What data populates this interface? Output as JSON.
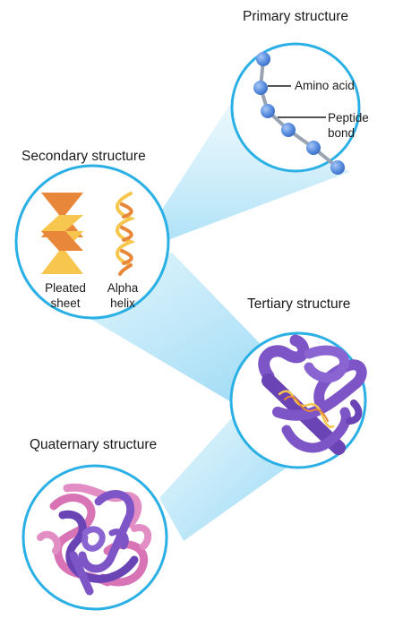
{
  "primary": {
    "title": "Primary structure",
    "amino_acid_label": "Amino acid",
    "peptide_bond_label": "Peptide\nbond"
  },
  "secondary": {
    "title": "Secondary structure",
    "pleated_sheet_label": "Pleated\nsheet",
    "alpha_helix_label": "Alpha\nhelix"
  },
  "tertiary": {
    "title": "Tertiary structure"
  },
  "quaternary": {
    "title": "Quaternary structure"
  },
  "colors": {
    "circle_stroke": "#2bb0e6",
    "beam": "#bfe8f8",
    "amino_acid": "#5b8fe0",
    "sheet_orange": "#e8873a",
    "sheet_yellow": "#f7c64f",
    "helix_purple": "#7d55c7",
    "quaternary_pink": "#d873b5"
  }
}
